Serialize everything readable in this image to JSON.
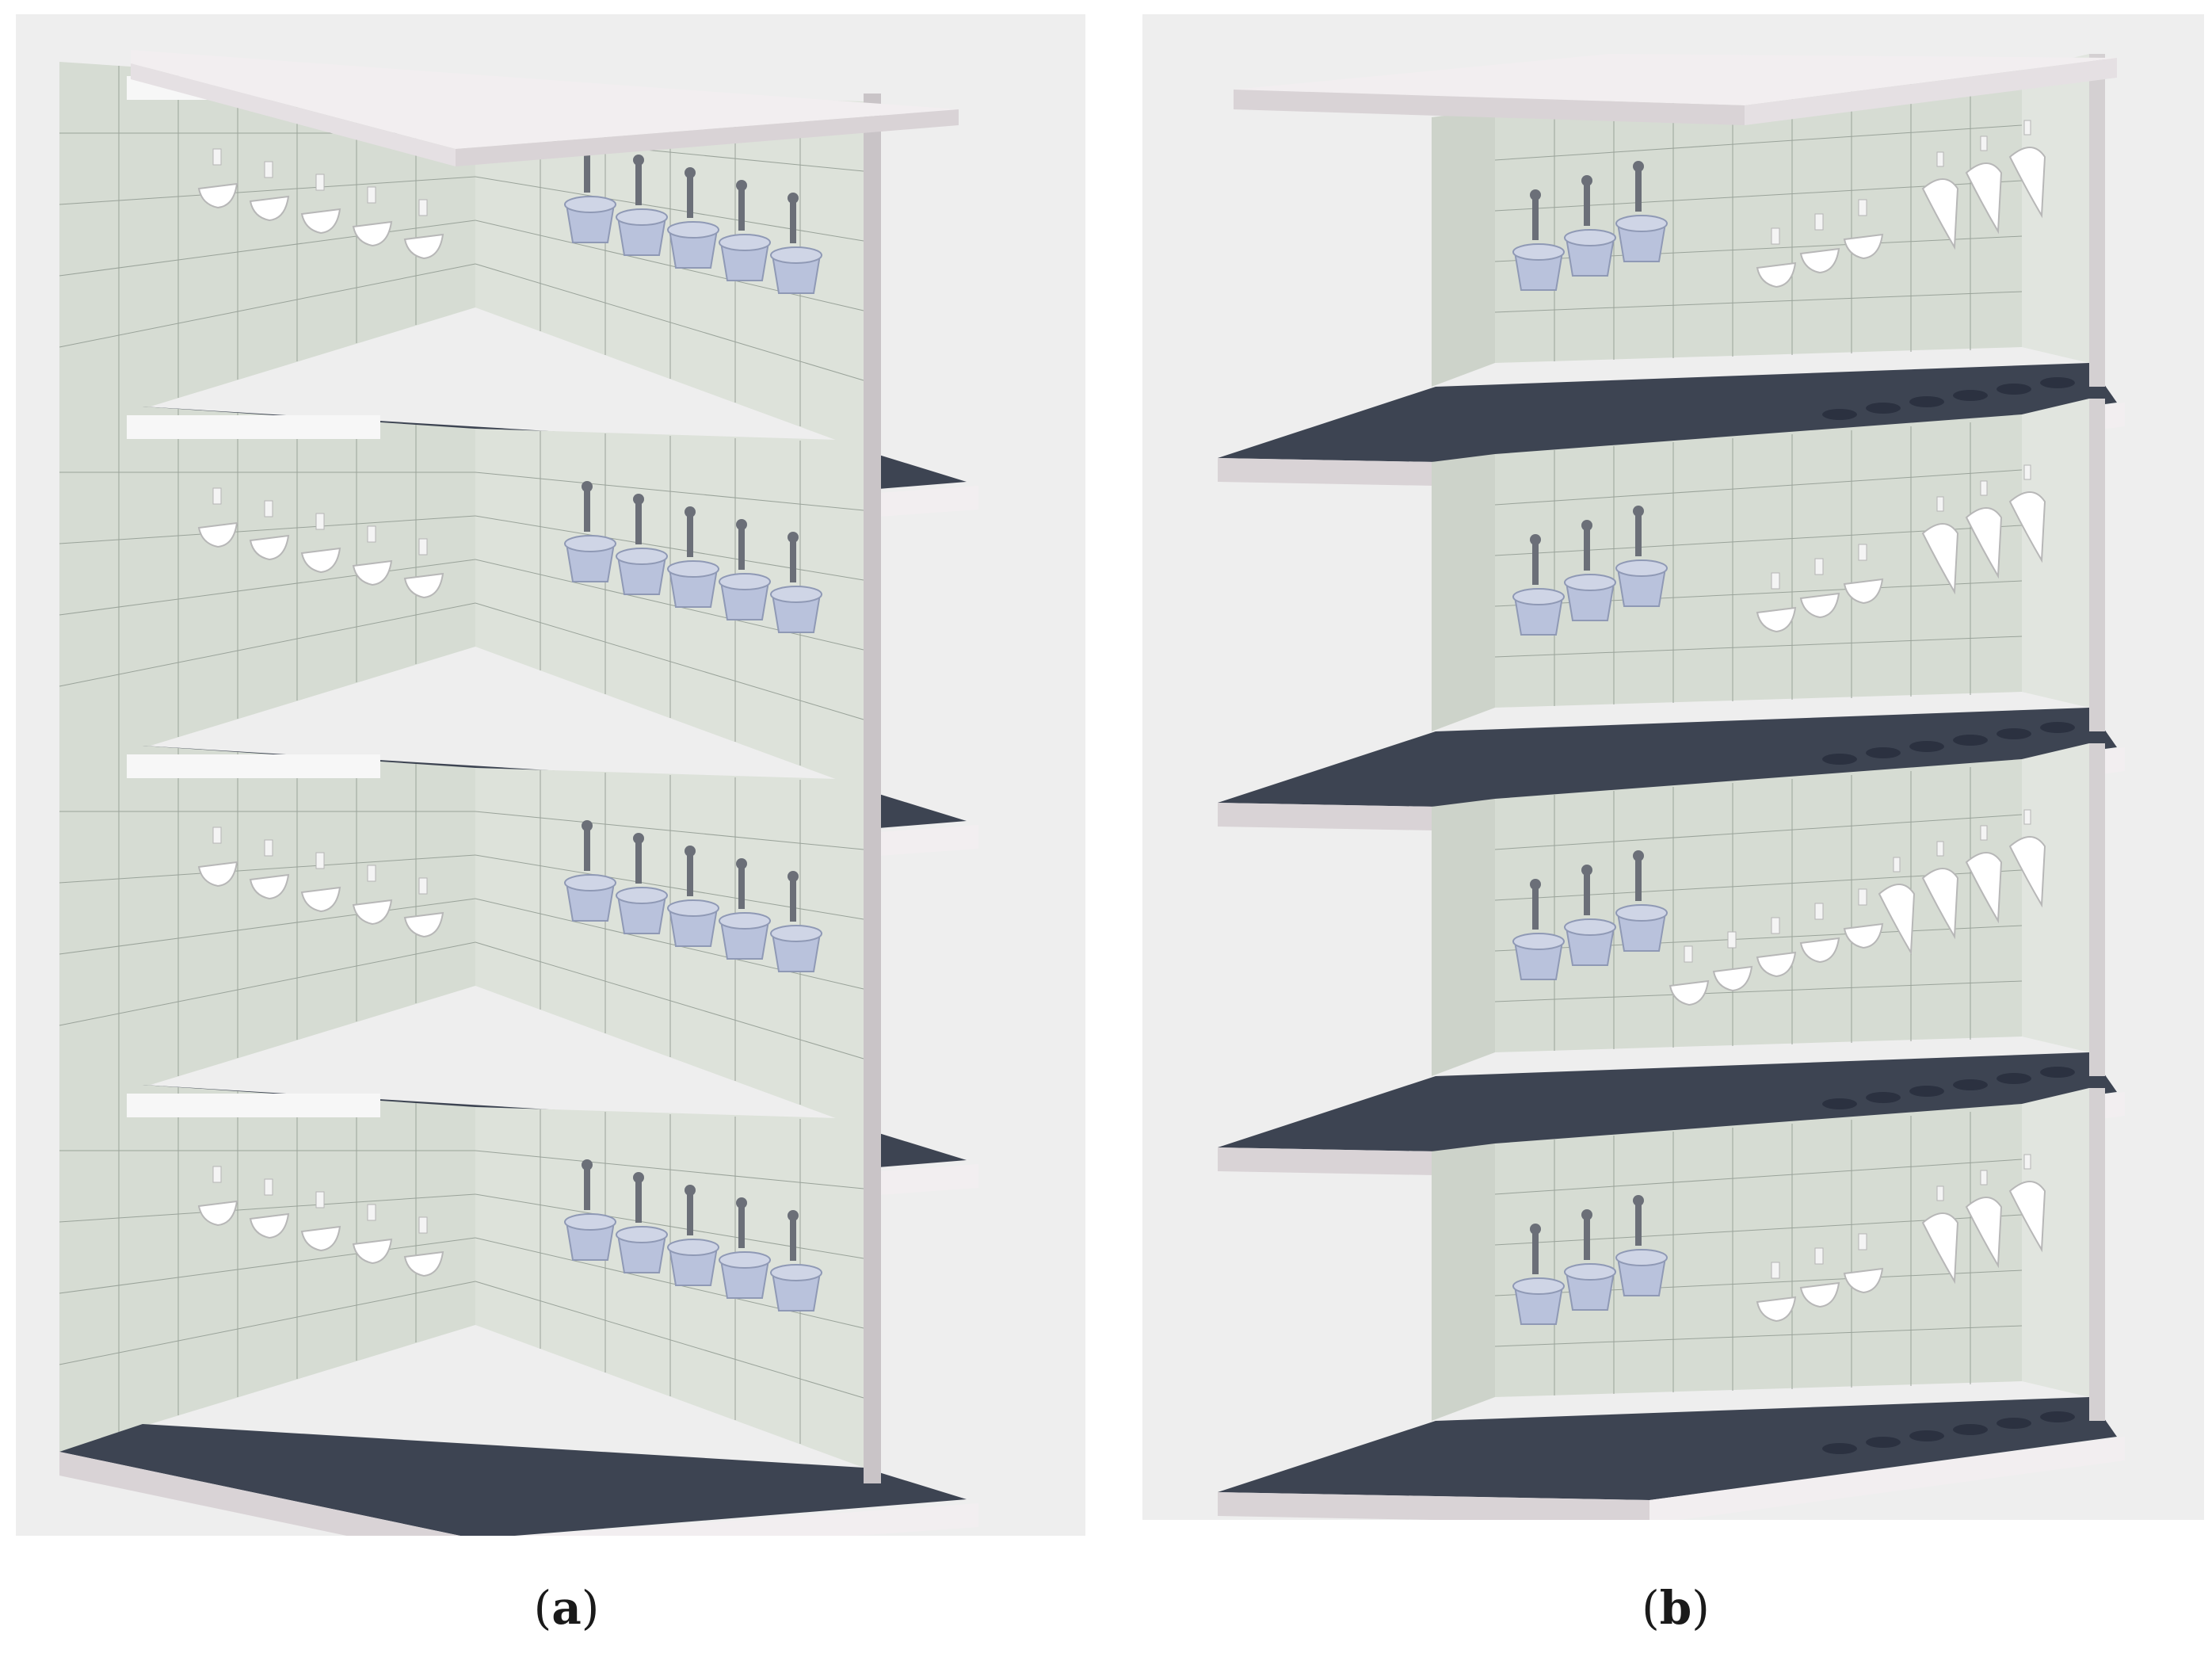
{
  "figure": {
    "panels": [
      {
        "id": "a",
        "caption_open": "(",
        "caption_letter": "a",
        "caption_close": ")",
        "floors": 4,
        "toilets_per_floor": 5,
        "sinks_per_floor": 5,
        "urinals_per_floor": 0
      },
      {
        "id": "b",
        "caption_open": "(",
        "caption_letter": "b",
        "caption_close": ")",
        "floors": 4,
        "toilets_per_floor": 3,
        "sinks_per_floor": [
          3,
          3,
          5,
          3
        ],
        "urinals_per_floor": [
          3,
          3,
          4,
          3
        ]
      }
    ]
  },
  "colors": {
    "background": "#eeeeee",
    "wall": "#d6dcd3",
    "tile_line": "#9aa39a",
    "floor": "#3d4452",
    "slab": "#f2eef0",
    "slab_edge": "#d9d3d6",
    "fixture": "#ffffff",
    "toilet": "#b9c2dc",
    "pipe": "#6b6f78"
  }
}
